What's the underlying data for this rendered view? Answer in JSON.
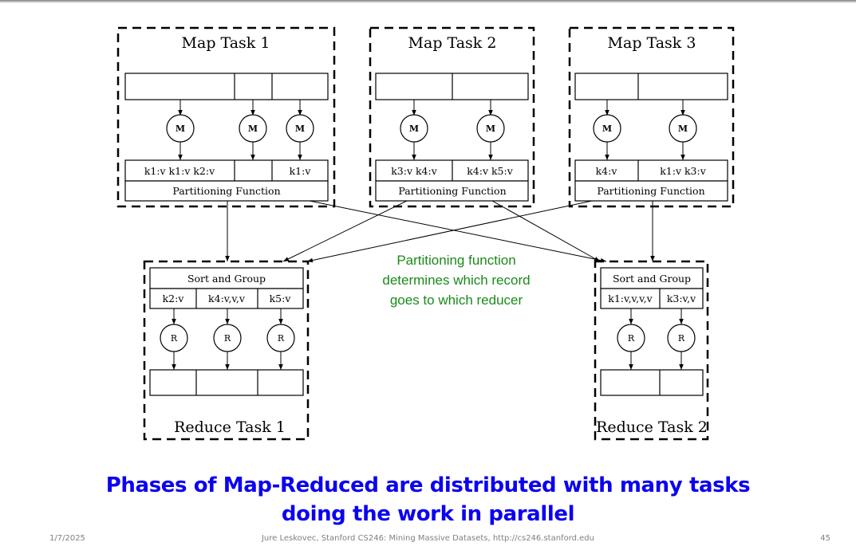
{
  "slide": {
    "caption_line1": "Phases of Map-Reduced are distributed with many tasks",
    "caption_line2": "doing the work in parallel",
    "footer": {
      "date": "1/7/2025",
      "credit": "Jure Leskovec, Stanford CS246: Mining Massive Datasets, http://cs246.stanford.edu",
      "page_number": "45"
    },
    "colors": {
      "caption": "#0b00f0",
      "annotation": "#1a8a1a",
      "footer": "#808080"
    }
  },
  "diagram": {
    "annotation": [
      "Partitioning function",
      "determines which record",
      "goes to which reducer"
    ],
    "map_tasks": [
      {
        "title": "Map Task 1",
        "input_splits": 3,
        "mapper_label": "M",
        "outputs": [
          "k1:v k1:v k2:v",
          "",
          "k1:v"
        ],
        "partition_label": "Partitioning Function"
      },
      {
        "title": "Map Task 2",
        "input_splits": 2,
        "mapper_label": "M",
        "outputs": [
          "k3:v k4:v",
          "k4:v k5:v"
        ],
        "partition_label": "Partitioning Function"
      },
      {
        "title": "Map Task 3",
        "input_splits": 2,
        "mapper_label": "M",
        "outputs": [
          "k4:v",
          "k1:v k3:v"
        ],
        "partition_label": "Partitioning Function"
      }
    ],
    "reduce_tasks": [
      {
        "title": "Reduce Task 1",
        "group_label": "Sort and Group",
        "groups": [
          "k2:v",
          "k4:v,v,v",
          "k5:v"
        ],
        "reducer_label": "R"
      },
      {
        "title": "Reduce Task 2",
        "group_label": "Sort and Group",
        "groups": [
          "k1:v,v,v,v",
          "k3:v,v"
        ],
        "reducer_label": "R"
      }
    ]
  }
}
